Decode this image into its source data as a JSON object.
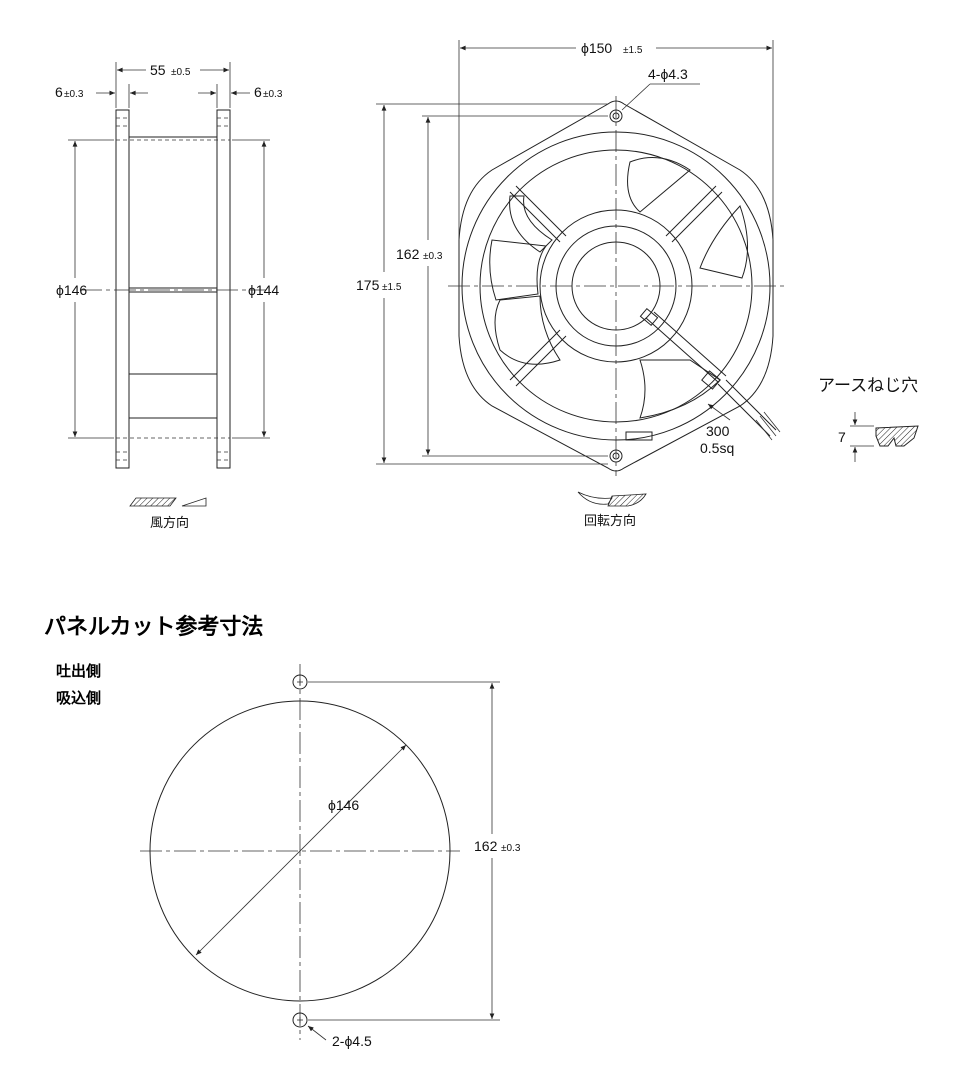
{
  "side_view": {
    "width_label": "55",
    "width_tol": "±0.5",
    "flange_left_label": "6",
    "flange_left_tol": "±0.3",
    "flange_right_label": "6",
    "flange_right_tol": "±0.3",
    "dia_left_label": "ϕ146",
    "dia_right_label": "ϕ144",
    "airflow_caption": "風方向"
  },
  "front_view": {
    "outer_dia_label": "ϕ150",
    "outer_dia_tol": "±1.5",
    "holes_label": "4-ϕ4.3",
    "pitch_label": "162",
    "pitch_tol": "±0.3",
    "height_label": "175",
    "height_tol": "±1.5",
    "cable_length_label": "300",
    "cable_size_label": "0.5sq",
    "rotation_caption": "回転方向"
  },
  "earth_screw": {
    "caption": "アースねじ穴",
    "depth_label": "7"
  },
  "panel_cut": {
    "title": "パネルカット参考寸法",
    "side_label_1": "吐出側",
    "side_label_2": "吸込側",
    "dia_label": "ϕ146",
    "pitch_label": "162",
    "pitch_tol": "±0.3",
    "holes_label": "2-ϕ4.5"
  }
}
